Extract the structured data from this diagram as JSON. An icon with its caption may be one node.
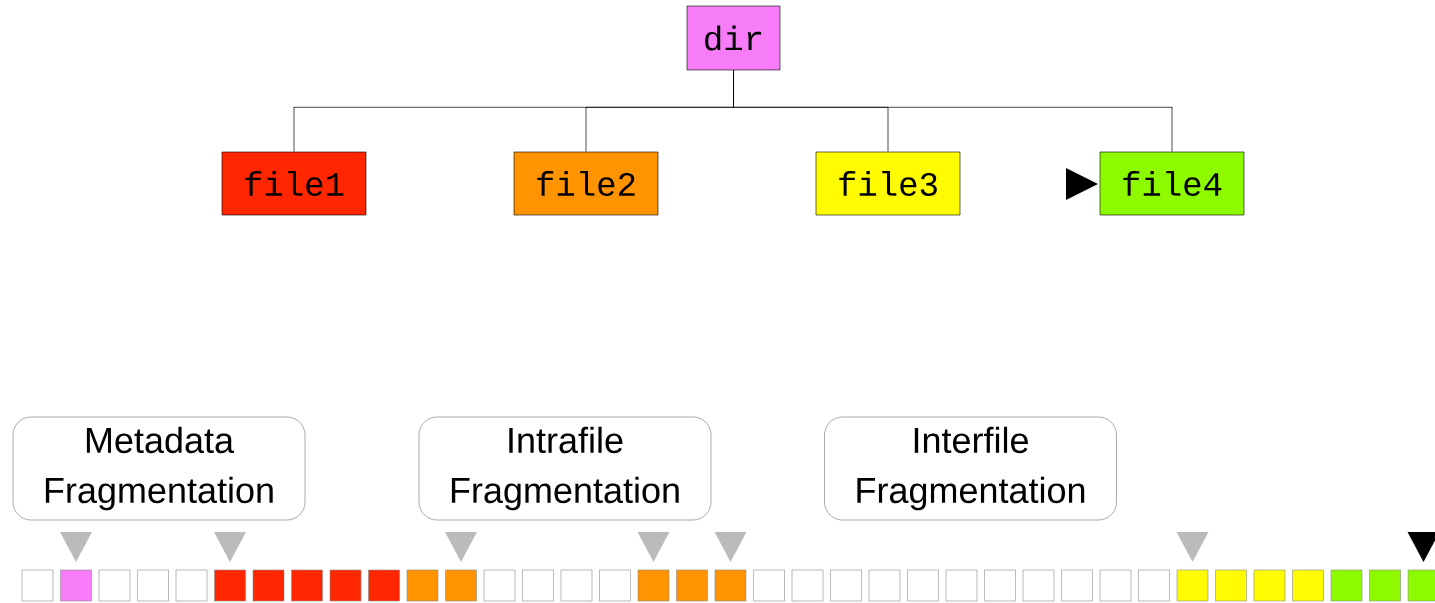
{
  "diagram": {
    "nodes": [
      {
        "text": [
          "dir"
        ]
      },
      {
        "text": [
          "file1"
        ]
      },
      {
        "text": [
          "file2"
        ]
      },
      {
        "text": [
          "file3"
        ]
      },
      {
        "text": [
          "file4"
        ]
      },
      {
        "text": [
          "Metadata Fragmentation"
        ]
      },
      {
        "text": [
          "Intrafile Fragmentation"
        ]
      },
      {
        "text": [
          "Interfile Fragmentation"
        ]
      }
    ],
    "edges": [
      {
        "from": 0,
        "to": 1,
        "arrow": "none"
      },
      {
        "from": 0,
        "to": 2,
        "arrow": "none"
      },
      {
        "from": 0,
        "to": 3,
        "arrow": "none"
      },
      {
        "from": 0,
        "to": 4,
        "arrow": "none"
      }
    ]
  }
}
